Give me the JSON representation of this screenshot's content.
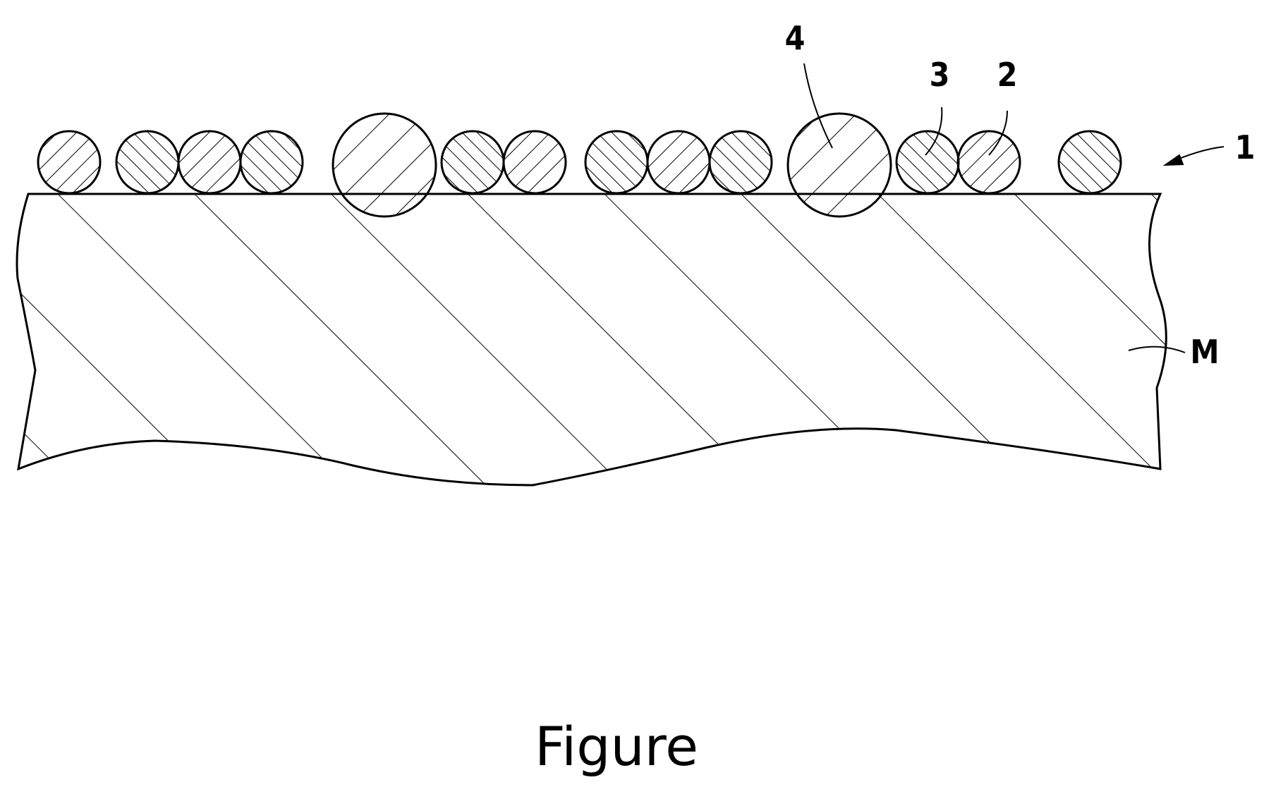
{
  "labels": {
    "ref_1": "1",
    "ref_2": "2",
    "ref_3": "3",
    "ref_4": "4",
    "ref_m": "M"
  },
  "caption": "Figure",
  "colors": {
    "line": "#000000",
    "background": "#ffffff"
  }
}
